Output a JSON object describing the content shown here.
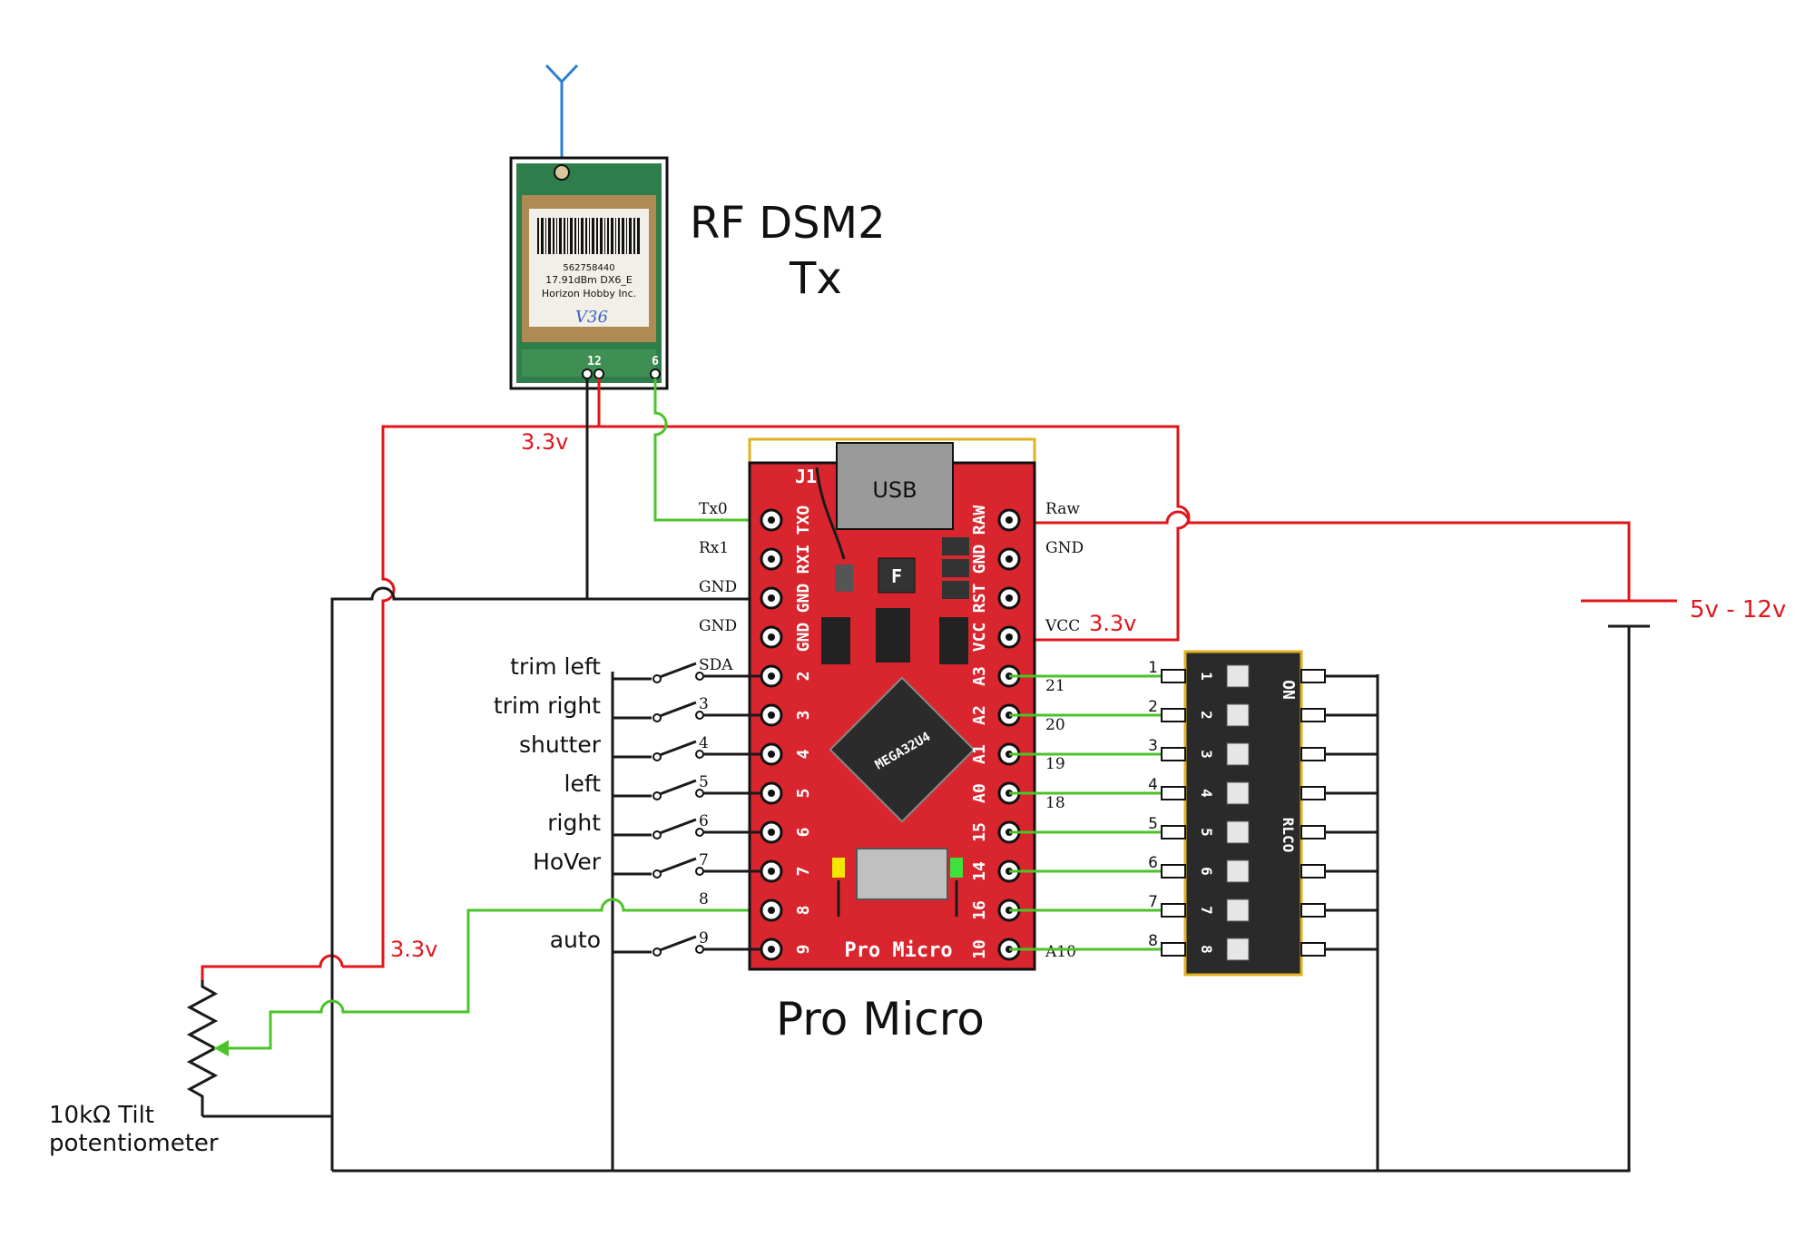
{
  "rf_module": {
    "title_line1": "RF  DSM2",
    "title_line2": "Tx",
    "label_line1": "562758440",
    "label_line2": "17.91dBm   DX6_E",
    "label_line3": "Horizon Hobby Inc.",
    "label_handwritten": "V36",
    "pins_12": "12",
    "pins_6": "6"
  },
  "board": {
    "title": "Pro  Micro",
    "usb_label": "USB",
    "silk_name": "Pro Micro",
    "chip_f": "F",
    "left_pin_labels": [
      "Tx0",
      "Rx1",
      "GND",
      "GND",
      "SDA",
      "3",
      "4",
      "5",
      "6",
      "7",
      "8",
      "9"
    ],
    "left_silk": [
      "TXO",
      "RXI",
      "GND",
      "GND",
      "2",
      "3",
      "4",
      "5",
      "6",
      "7",
      "8",
      "9"
    ],
    "right_pin_labels": [
      "Raw",
      "GND",
      "",
      "VCC",
      "21",
      "20",
      "19",
      "18",
      "",
      "",
      "",
      "A10"
    ],
    "right_silk": [
      "RAW",
      "GND",
      "RST",
      "VCC",
      "A3",
      "A2",
      "A1",
      "A0",
      "15",
      "14",
      "16",
      "10"
    ],
    "top_silk": "J1"
  },
  "switches": {
    "labels": [
      "trim left",
      "trim right",
      "shutter",
      "left",
      "right",
      "HoVer",
      "",
      "auto"
    ]
  },
  "dip_switch": {
    "on_label": "ON",
    "numbers": [
      "1",
      "2",
      "3",
      "4",
      "5",
      "6",
      "7",
      "8"
    ],
    "side_text": "RLCO"
  },
  "power": {
    "vcc_label_top": "3.3v",
    "vcc_label_board": "3.3v",
    "vcc_label_pot": "3.3v",
    "battery_label": "5v - 12v"
  },
  "potentiometer": {
    "label_line1": "10kΩ Tilt",
    "label_line2": "potentiometer"
  },
  "colors": {
    "wire_black": "#1a1a1a",
    "wire_red": "#e0161b",
    "wire_green": "#4cc32a",
    "antenna_blue": "#2a7fd4",
    "board_red": "#d9262e",
    "dip_body": "#2a2a2a"
  }
}
